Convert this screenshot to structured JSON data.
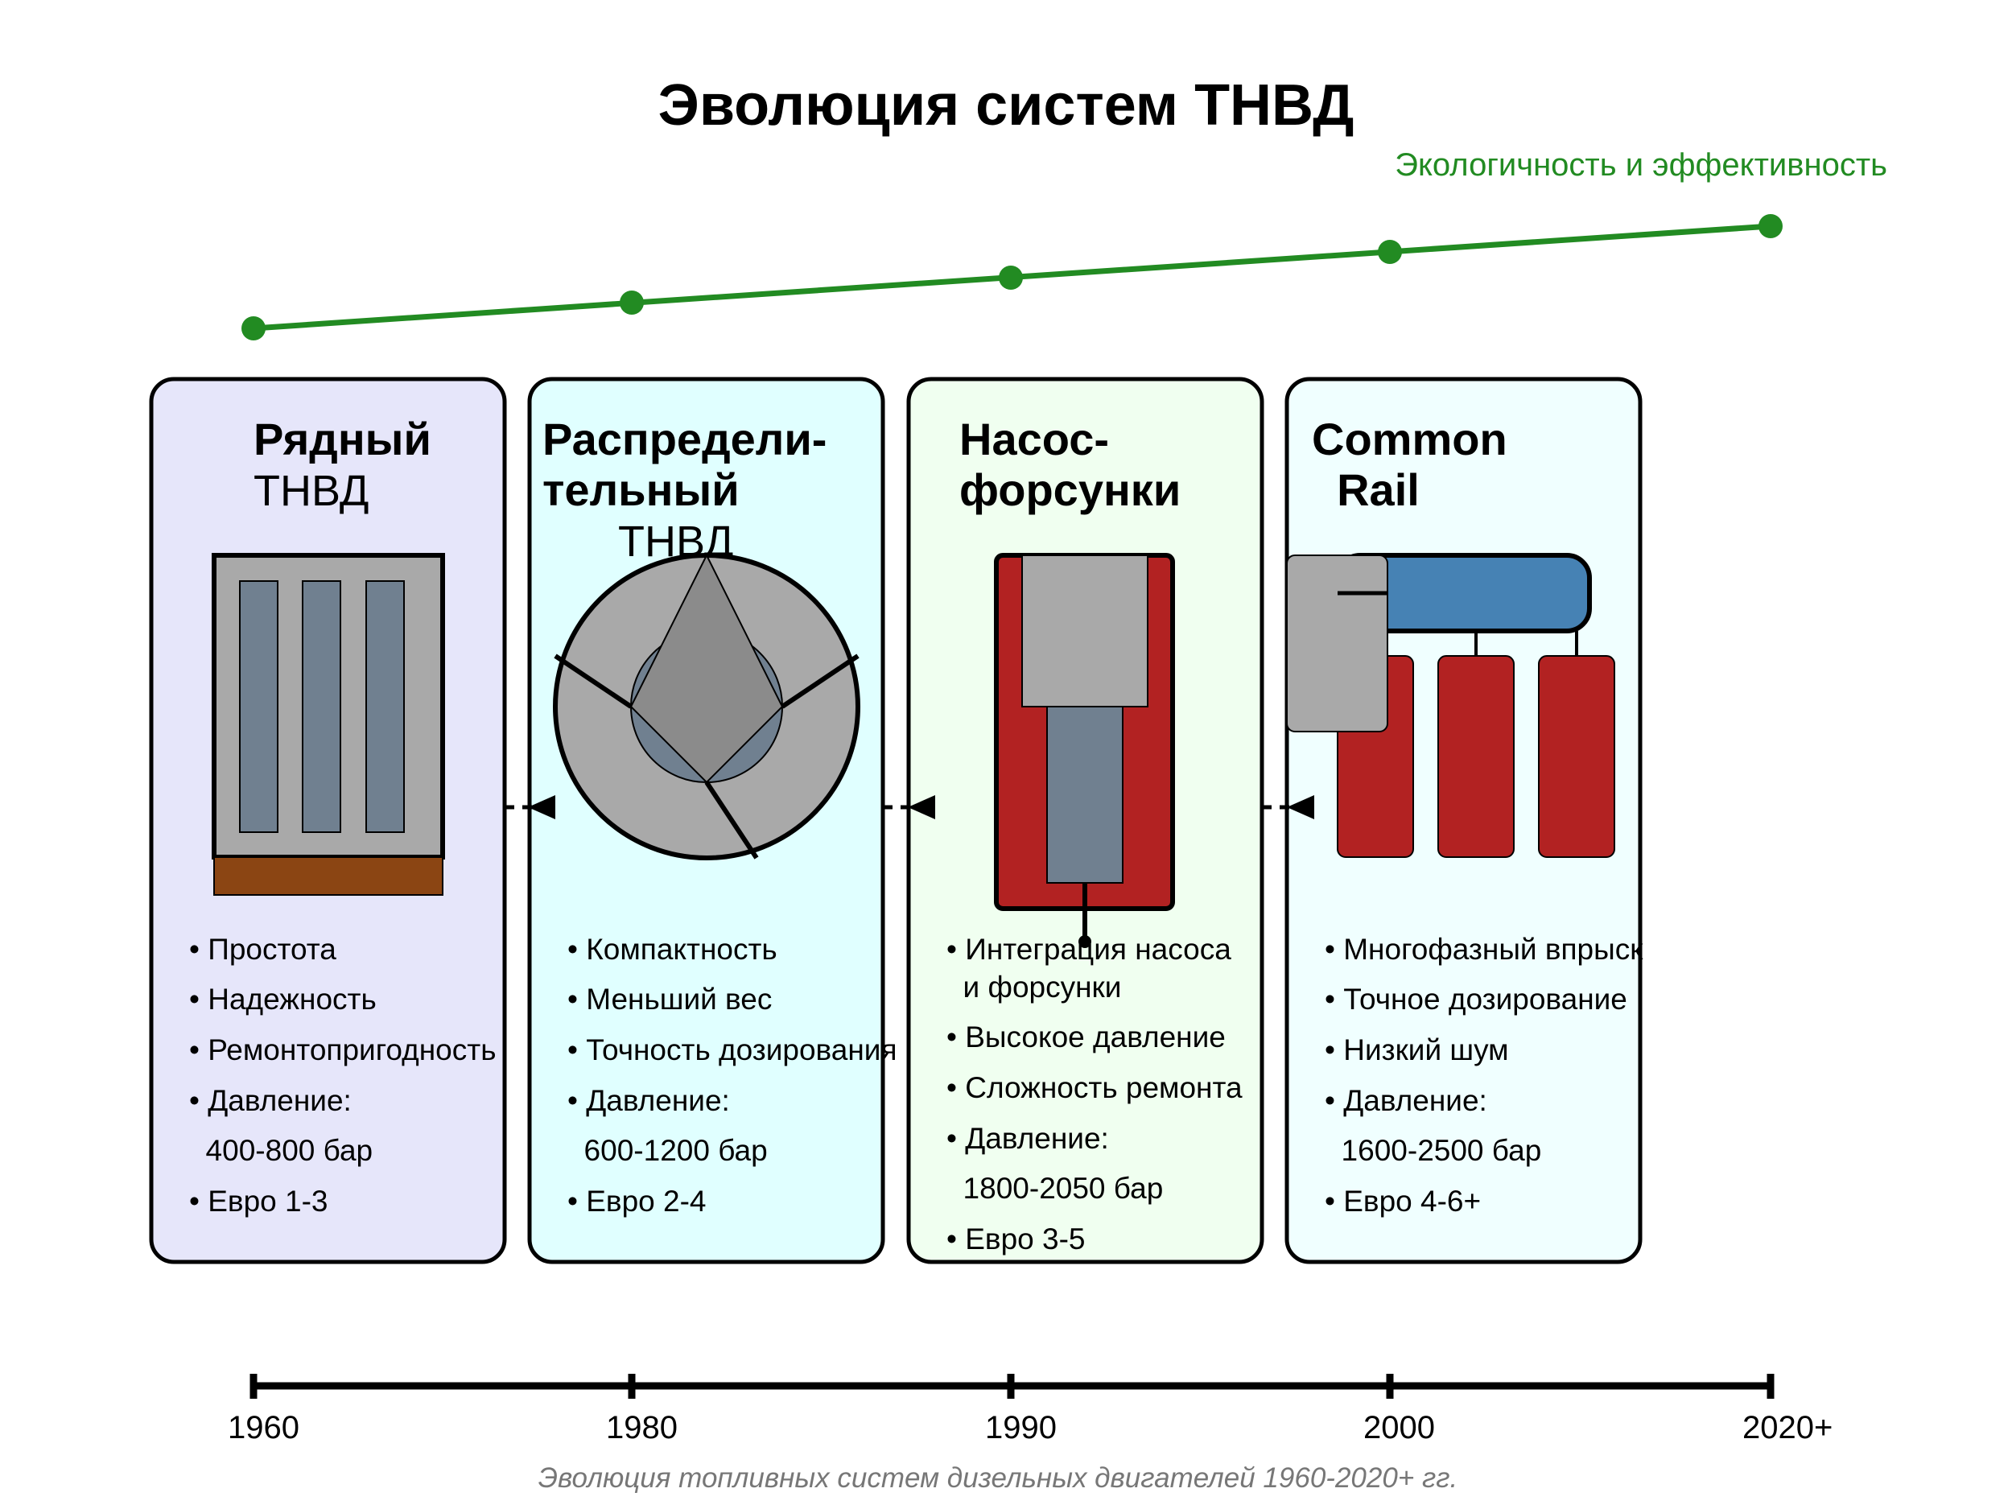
{
  "title": "Эволюция систем ТНВД",
  "trend": {
    "label": "Экологичность и эффективность",
    "color": "#228B22"
  },
  "cards": [
    {
      "title_lines": [
        "Рядный"
      ],
      "subtitle": "ТНВД",
      "bg": "#E6E6FA",
      "bullets": [
        "• Простота",
        "• Надежность",
        "• Ремонтопригодность",
        "• Давление:",
        "  400-800 бар",
        "• Евро 1-3"
      ]
    },
    {
      "title_lines": [
        "Распредели-",
        "тельный"
      ],
      "subtitle": "ТНВД",
      "bg": "#E0FFFF",
      "bullets": [
        "• Компактность",
        "• Меньший вес",
        "• Точность дозирования",
        "• Давление:",
        "  600-1200 бар",
        "• Евро 2-4"
      ]
    },
    {
      "title_lines": [
        "Насос-",
        "форсунки"
      ],
      "subtitle": "",
      "bg": "#F0FFF0",
      "bullets": [
        "• Интеграция насоса",
        "  и форсунки",
        "• Высокое давление",
        "• Сложность ремонта",
        "• Давление:",
        "  1800-2050 бар",
        "• Евро 3-5"
      ]
    },
    {
      "title_lines": [
        "Common",
        "  Rail"
      ],
      "subtitle": "",
      "bg": "#F0FFFF",
      "bullets": [
        "• Многофазный впрыск",
        "• Точное дозирование",
        "• Низкий шум",
        "• Давление:",
        "  1600-2500 бар",
        "• Евро 4-6+"
      ]
    }
  ],
  "timeline": {
    "years": [
      "1960",
      "1980",
      "1990",
      "2000",
      "2020+"
    ]
  },
  "caption": "Эволюция топливных систем дизельных двигателей 1960-2020+ гг.",
  "colors": {
    "steel": "#A9A9A9",
    "slate": "#708090",
    "rust": "#8B4513",
    "red": "#B22222",
    "rail_blue": "#4682B4",
    "dark_gray": "#8B8B8B"
  }
}
